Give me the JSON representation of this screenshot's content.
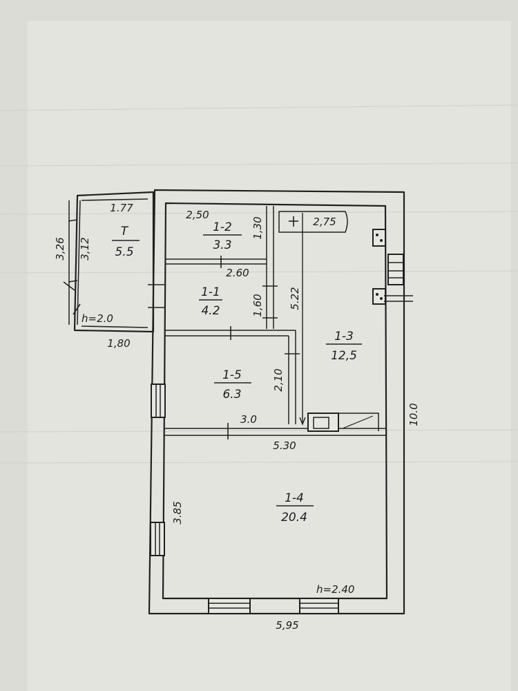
{
  "colors": {
    "paper": "#e2e2dc",
    "ink": "#1c1c22"
  },
  "rooms": [
    {
      "id": "T",
      "code": "T",
      "area": "5.5"
    },
    {
      "id": "1-2",
      "code": "1-2",
      "area": "3.3"
    },
    {
      "id": "1-1",
      "code": "1-1",
      "area": "4.2"
    },
    {
      "id": "1-3",
      "code": "1-3",
      "area": "12,5"
    },
    {
      "id": "1-5",
      "code": "1-5",
      "area": "6.3"
    },
    {
      "id": "1-4",
      "code": "1-4",
      "area": "20.4"
    }
  ],
  "dimensions": {
    "porch_top": "1.77",
    "porch_left_outer": "3,26",
    "porch_left_inner": "3,12",
    "porch_height": "h=2.0",
    "porch_bottom": "1,80",
    "room_12_width": "2,50",
    "room_12_height": "1,30",
    "stove_width": "2,75",
    "room_11_width": "2.60",
    "room_11_height": "1,60",
    "hall_height": "5.22",
    "room_15_height": "2,10",
    "room_15_width": "3.0",
    "house_inner_width": "5.30",
    "house_length": "10.0",
    "room_14_height": "3.85",
    "house_height": "h=2.40",
    "house_width": "5,95"
  }
}
